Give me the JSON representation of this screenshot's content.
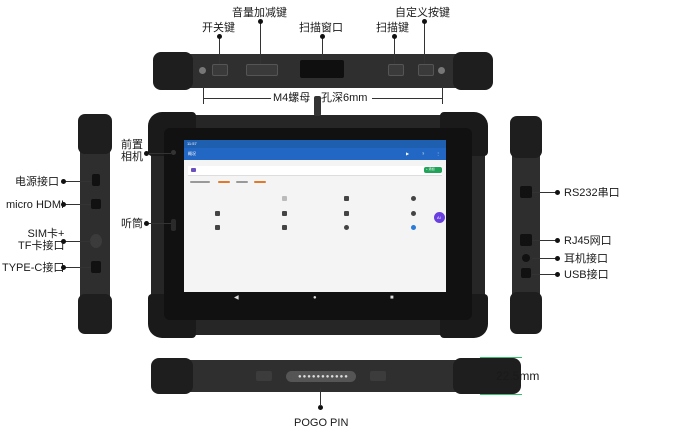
{
  "labels": {
    "power_switch": "开关键",
    "volume": "音量加减键",
    "scan_window": "扫描窗口",
    "scan_key": "扫描键",
    "custom_key": "自定义按键",
    "screw": "M4螺母",
    "hole_depth": "孔深6mm",
    "front_camera": "前置\n相机",
    "power_port": "电源接口",
    "micro_hdmi": "micro HDMI",
    "sim_tf": "SIM卡+\nTF卡接口",
    "type_c": "TYPE-C接口",
    "earpiece": "听筒",
    "rs232": "RS232串口",
    "rj45": "RJ45网口",
    "headphone": "耳机接口",
    "usb": "USB接口",
    "thickness": "22.5mm",
    "pogo_pin": "POGO PIN"
  },
  "screen": {
    "status_time": "11:57",
    "app_title": "概况",
    "bar_icons": [
      "▶",
      "?",
      "⋮"
    ],
    "button_label": "+ 添加",
    "ai_badge": "AI",
    "nav_buttons": [
      "◀",
      "●",
      "■"
    ]
  }
}
